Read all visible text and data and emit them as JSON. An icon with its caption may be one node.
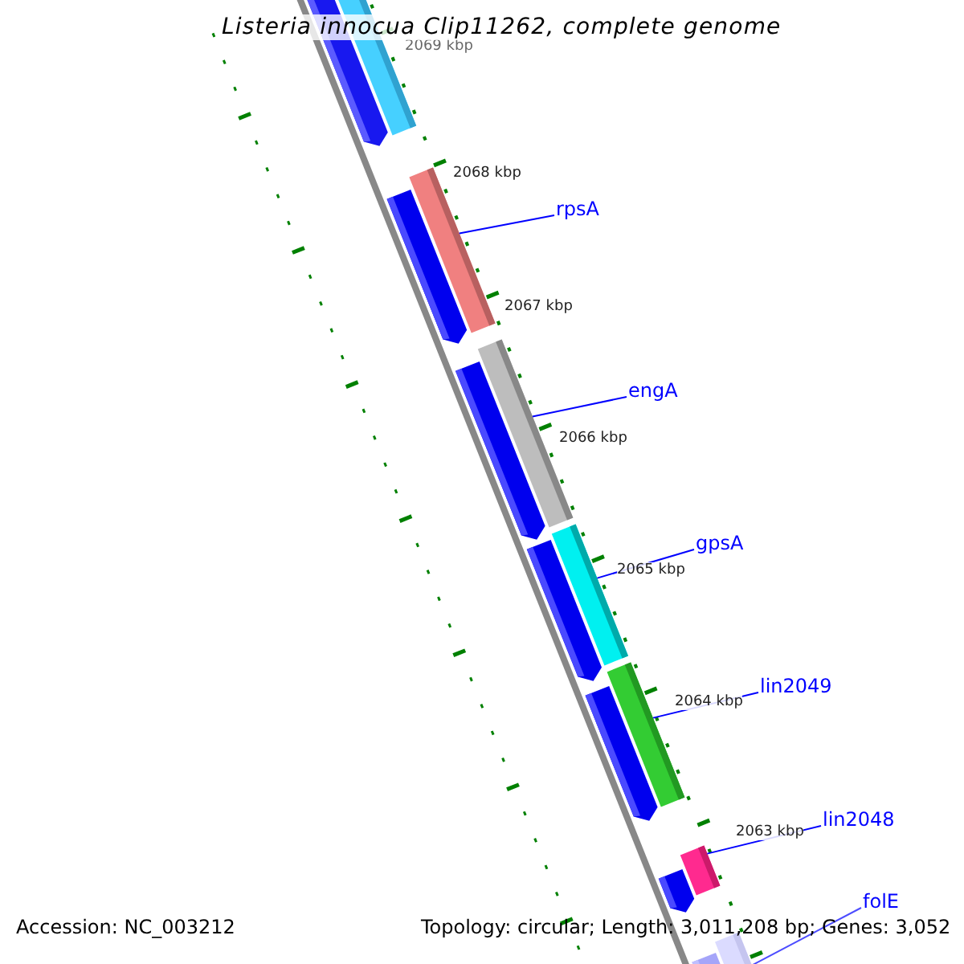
{
  "diagram": {
    "title": "Listeria innocua Clip11262, complete genome",
    "nodes": [
      {
        "text": [
          "rpsA"
        ]
      },
      {
        "text": [],
        "shape": "bar"
      },
      {
        "text": [
          "engA"
        ]
      },
      {
        "text": [],
        "shape": "bar"
      },
      {
        "text": [
          "gpsA"
        ]
      },
      {
        "text": [],
        "shape": "bar"
      },
      {
        "text": [
          "lin2049"
        ]
      },
      {
        "text": [],
        "shape": "bar"
      },
      {
        "text": [
          "lin2048"
        ]
      },
      {
        "text": [],
        "shape": "bar"
      },
      {
        "text": [
          "folE"
        ]
      },
      {
        "text": [],
        "shape": "bar"
      },
      {
        "text": [],
        "shape": "bar"
      },
      {
        "text": [],
        "shape": "arrow"
      },
      {
        "text": [],
        "shape": "arrow"
      },
      {
        "text": [],
        "shape": "arrow"
      },
      {
        "text": [],
        "shape": "arrow"
      },
      {
        "text": [],
        "shape": "arrow"
      },
      {
        "text": [],
        "shape": "arrow"
      },
      {
        "text": [],
        "shape": "arrow"
      }
    ],
    "edges": [
      {
        "from": 0,
        "to": 1,
        "arrow": "none"
      },
      {
        "from": 2,
        "to": 3,
        "arrow": "none"
      },
      {
        "from": 4,
        "to": 5,
        "arrow": "none"
      },
      {
        "from": 6,
        "to": 7,
        "arrow": "none"
      },
      {
        "from": 8,
        "to": 9,
        "arrow": "none"
      },
      {
        "from": 10,
        "to": 11,
        "arrow": "none"
      }
    ],
    "labels": [
      "2069 kbp",
      "2068 kbp",
      "2067 kbp",
      "2066 kbp",
      "2065 kbp",
      "2064 kbp",
      "2063 kbp",
      "Accession: NC_003212",
      "Topology: circular; Length: 3,011,208 bp; Genes: 3,052"
    ]
  }
}
